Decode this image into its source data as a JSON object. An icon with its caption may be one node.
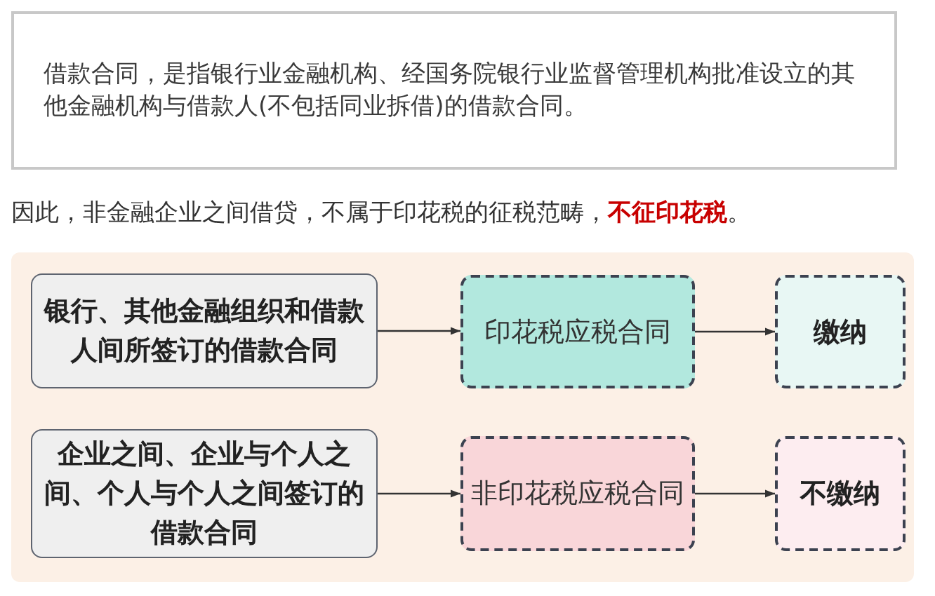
{
  "diagram": {
    "nodes": [
      {
        "text": [
          "借款合同，是指银行业金融机构、经国务院银行业监督管理机构批准设立的其他金融机构与借款人(不包括同业拆借)的借款合同。"
        ]
      },
      {
        "text": [
          "银行、其他金融组织和借款人间所签订的借款合同"
        ]
      },
      {
        "text": [
          "印花税应税合同"
        ]
      },
      {
        "text": [
          "缴纳"
        ]
      },
      {
        "text": [
          "企业之间、企业与个人之间、个人与个人之间签订的借款合同"
        ]
      },
      {
        "text": [
          "非印花税应税合同"
        ]
      },
      {
        "text": [
          "不缴纳"
        ]
      }
    ],
    "edges": [
      {
        "from": 1,
        "to": 2,
        "arrow": "to"
      },
      {
        "from": 2,
        "to": 3,
        "arrow": "to"
      },
      {
        "from": 4,
        "to": 5,
        "arrow": "to"
      },
      {
        "from": 5,
        "to": 6,
        "arrow": "to"
      }
    ],
    "labels": [
      "因此，非金融企业之间借贷，不属于印花税的征税范畴，**不征印花税**。"
    ]
  }
}
